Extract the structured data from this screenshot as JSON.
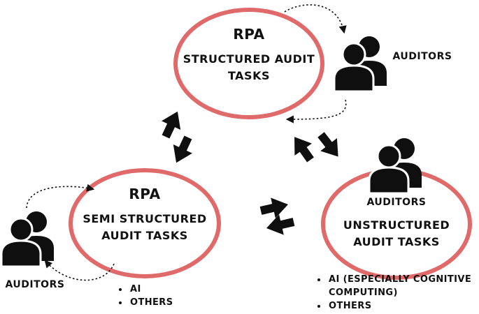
{
  "colors": {
    "ellipse_stroke": "#e06a6a",
    "icon_fill": "#0f0f0f",
    "arrow_fill": "#0f0f0f"
  },
  "nodes": {
    "structured": {
      "heading": "RPA",
      "title_line1": "STRUCTURED AUDIT",
      "title_line2": "TASKS"
    },
    "semi_structured": {
      "heading": "RPA",
      "title_line1": "SEMI STRUCTURED",
      "title_line2": "AUDIT TASKS",
      "bullets": [
        "AI",
        "OTHERS"
      ]
    },
    "unstructured": {
      "heading": "AUDITORS",
      "title_line1": "UNSTRUCTURED",
      "title_line2": "AUDIT TASKS",
      "bullets": [
        "AI (ESPECIALLY COGNITIVE COMPUTING)",
        "OTHERS"
      ]
    }
  },
  "actors": {
    "top_right": {
      "label": "AUDITORS",
      "icon": "people-icon"
    },
    "bottom_left": {
      "label": "AUDITORS",
      "icon": "people-icon"
    },
    "unstructured": {
      "icon": "people-icon"
    }
  }
}
